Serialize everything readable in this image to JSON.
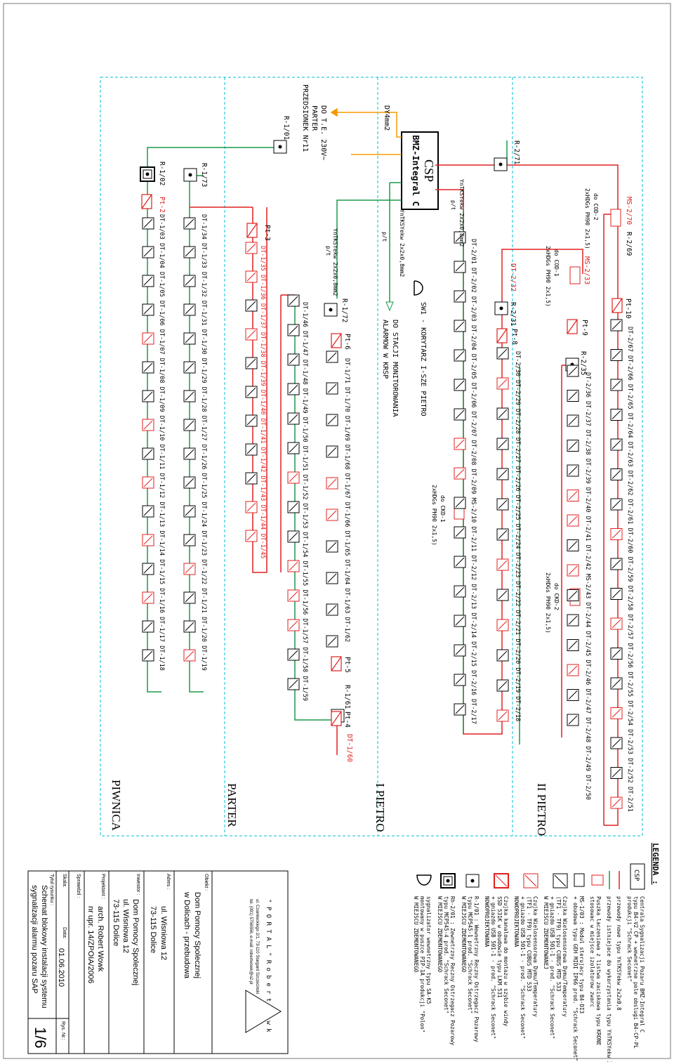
{
  "floors": {
    "f2": "II PIETRO",
    "f1": "I PIETRO",
    "f0": "PARTER",
    "fb": "PIWNICA"
  },
  "central": {
    "name": "CSP",
    "model": "BMZ-Integral C",
    "power_label": "DO T.E. 230V~",
    "power_sub1": "PARTER",
    "power_sub2": "PRZEDSIONEK Nr11",
    "wire": "DY4mm2"
  },
  "cables": {
    "c1": "YnTKSYekw 2x2x0,8mm2",
    "c1b": "p/t",
    "c2": "YnTKSYekw 2x2x0,8mm2",
    "c2b": "p/t",
    "c3": "YnTKSYekw 2x2x0,8mm2",
    "c3b": "p/t"
  },
  "notes": {
    "sw": "SW1 - KORYTARZ I-SZE PIETRO",
    "monitor1": "DO STACJI MONITOROWANIA",
    "monitor2": "ALARMOW W KRSP",
    "cod2a": "do COD-2",
    "cod2b": "2xHDGs PH90 2x1,5)",
    "cod1a": "do COD-1",
    "cod1b": "2xHDGs PH90 2x1,5)",
    "ckd1a": "do CKD-1",
    "ckd1b": "2xHDGs PH90 2x1,5)",
    "ckd2a": "do CKD-2",
    "ckd2b": "2xHDGs PH90 2x1,5)"
  },
  "labels": {
    "r271": "R-2/71",
    "r101": "R-1/01",
    "r102": "R-1/02",
    "r173": "R-1/73",
    "r172": "R-1/72",
    "r231": "R-2/31",
    "r235": "R-2/35",
    "r161": "R-1/61",
    "pt2": "Pt-2",
    "pt3": "Pt-3",
    "pt4": "Pt-4",
    "pt5": "Pt-5",
    "pt6": "Pt-6",
    "pt8": "Pt-8",
    "pt9": "Pt-9",
    "pt10": "Pt-10",
    "ms270": "MS-2/70",
    "r269": "R-2/69",
    "ms233": "MS-2/33",
    "ms210": "MS-2/10",
    "ms243": "MS-2/43",
    "dt232": "DT-2/32",
    "dt160": "DT-1/60",
    "row_f2a": "DT-2/67  DT-2/66  DT-2/65  DT-2/64  DT-2/63  DT-2/62  DT-2/61  DT-2/60  DT-2/59  DT-2/58  DT-2/57  DT-2/56  DT-2/55  DT-2/54  DT-2/53  DT-2/52  DT-2/51",
    "row_f2b": "DT-2/36  DT-2/37  DT-2/38  DT-2/39  DT-2/40  DT-2/41  DT-2/42  MS-2/43  DT-2/44  DT-2/45  DT-2/46  DT-2/47  DT-2/48  DT-2/49  DT-2/50",
    "row_f2c": "DT-2/30  DT-2/29  DT-2/28  DT-2/27  DT-2/26  DT-2/25  DT-2/24  DT-2/23  DT-2/22  DT-2/21  DT-2/20  DT-2/19  DT-2/18",
    "row_f1": "DT-2/01  DT-2/02  DT-2/03  DT-2/04  DT-2/05  DT-2/06  DT-2/07  DT-2/08  DT-2/09  MS-2/10  DT-2/11  DT-2/12  DT-2/13  DT-2/14  DT-2/15  DT-2/16  DT-2/17",
    "row_p1": "DT-1/71  DT-1/70  DT-1/69  DT-1/68  DT-1/67  DT-1/66  DT-1/65  DT-1/64  DT-1/63  DT-1/62",
    "row_p2": "DT-1/46  DT-1/47  DT-1/48  DT-1/49  DT-1/50  DT-1/51  DT-1/52  DT-1/53  DT-1/54  DT-1/55  DT-1/56  DT-1/57  DT-1/58  DT-1/59",
    "row_p3": "DT-1/35  DT-1/36  DT-1/37  DT-1/38  DT-1/39  DT-1/40  DT-1/41  DT-1/42  DT-1/43  DT-1/44  DT-1/45",
    "row_p4": "DT-1/34  DT-1/33  DT-1/32  DT-1/31  DT-1/30  DT-1/29  DT-1/28  DT-1/27  DT-1/26  DT-1/25  DT-1/24  DT-1/23  DT-1/22  DT-1/21  DT-1/20  DT-1/19",
    "row_b": "DT-1/03  DT-1/04  DT-1/05  DT-1/06  DT-1/07  DT-1/08  DT-1/09  DT-1/10  DT-1/11  DT-1/12  DT-1/13  DT-1/14  DT-1/15  DT-1/16  DT-1/17  DT-1/18"
  },
  "legend": {
    "title": "LEGENDA :",
    "csp1": "Centrala Sygnalizacji Pozaru BMZ-Integral C",
    "csp2": "typu B4-V2 CP + wewnetrzne pole obslugi B4-CP-PL",
    "csp3": "produkcji \"Schrack Seconet\"",
    "red": "przewody nowe typu YnTKSYekw 2x2x0,8",
    "green": "przewody istniejace do wykorzystania typu YnTKSYekw 2x2x0,8",
    "pt1": "Puszka laczeniowa z listwa zaciskowa typu KRONE",
    "pt2": "stosowac w miejsce izolatorow zwarc",
    "d13a": "MS-1/03 : Modul sterujacy typu B4-DI3",
    "d13b": "+ obudowa typu GEH MIDI IP66 prod. \"Schrack Seconet\"",
    "det1": "Czujka Wielosensorowa Dymu/Temperatury",
    "det2": "(TF1 - TF9) typu CUBUS MTD 533",
    "det3": "+ gniazdo USB 501-1 - prod. \"Schrack Seconet\"",
    "det4": "W MIEJSCU ZDEMONTOWANEJ",
    "detn1": "Czujka Wielosensorowa Dymu/Temperatury",
    "detn2": "(TF1 - TF9) typu CUBUS MTD 533",
    "detn3": "+ gniazdo USB 501-1 - prod. \"Schrack Seconet\"",
    "detn4": "NOWOPROJEKTOWANA",
    "duct1": "Czujka kanalowa do montazu w szybie windy",
    "duct2": "SSD 531K w obudowie typu LKM 531",
    "duct3": "+ gniazdo USB 501-1 - prod. \"Schrack Seconet\"",
    "duct4": "NOWOPROJEKTOWANA",
    "man1": "R-1/01 : Wewnetrzny Reczny Ostrzegacz Pozarowy",
    "man2": "typu MCP545-1 prod. \"Schrack Seconet\"",
    "man3": "W MIEJSCU ZDEMONTOWANEGO",
    "ext1": "Rh-2/01 : Zewnetrzny Reczny Ostrzegacz Pozarowy",
    "ext2": "typu MCP545-4 prod. \"Schrack Seconet\"",
    "ext3": "W MIEJSCU ZDEMONTOWANEGO",
    "sir1": "sygnalizator wewnetrzny typu SA-K5",
    "sir2": "montowany w puszce PIP-1A produkcji \"Polon\"",
    "sir3": "W MIEJSCU ZDEMONTOWANEGO"
  },
  "titleblock": {
    "company": "\" P O R T A L \"   R o b e r t   W o w k",
    "address": "ul. Czarnieckiego 2/1, 73-110 Stargard Szczecinski",
    "contact": "tel. (091) 5756556, e-mail: robertwowk@o2.pl",
    "obiekt_label": "Obiekt :",
    "obiekt1": "Dom Pomocy Spolecznej",
    "obiekt2": "w Dolicach - przebudowa",
    "adres_label": "Adres :",
    "adres1": "ul. Wisniowa 12",
    "adres2": "73-115 Dolice",
    "inwestor_label": "Inwestor :",
    "inw1": "Dom Pomocy Spolecznej",
    "inw2": "ul. Wisniowa 12",
    "inw3": "73-115 Dolice",
    "projektant_label": "Projektant :",
    "proj1": "arch. Robert Wowk",
    "proj2": "nr upr. 14/ZPOIA/2006",
    "sprawdzil_label": "Sprawdzil :",
    "skala_label": "Skala:",
    "data_label": "Data:",
    "data": "01.06.2010",
    "rys_label": "Rys. Nr.:",
    "rys": "1/6",
    "tytul_label": "Tytul rysunku :",
    "tytul1": "Schemat blokowy instalacji systemu",
    "tytul2": "sygnalizacji alarmu pozaru SAP"
  },
  "colors": {
    "new_cable": "#e02020",
    "existing_cable": "#1a9a4a",
    "frame": "#00bcd4"
  }
}
